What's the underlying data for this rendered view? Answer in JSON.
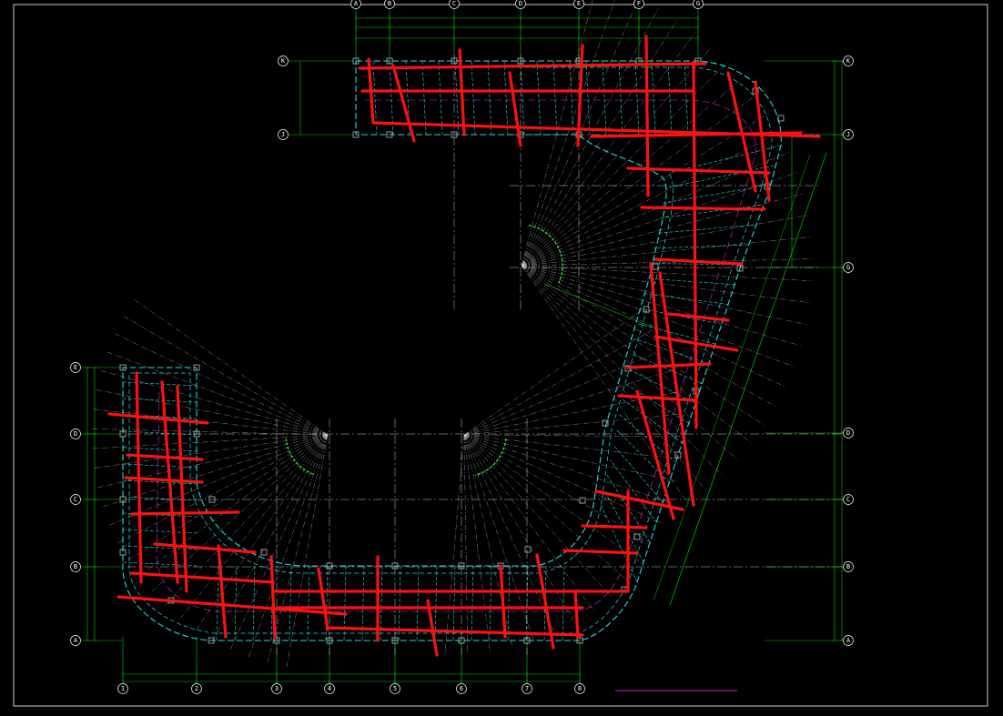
{
  "colors": {
    "background": "#000000",
    "frame": "#ffffff",
    "axis_line": "#00cc00",
    "beam": "#22dddd",
    "rebar": "#ff1010",
    "grid_dash": "#c8c8c8",
    "column": "#bbbbbb",
    "radial": "#dddddd",
    "arc_accent": "#33ff33",
    "center_arc": "#cc33cc",
    "caption": "#ff33ff"
  },
  "axes": {
    "top": [
      "A",
      "B",
      "C",
      "D",
      "E",
      "F",
      "G"
    ],
    "bottom": [
      "1",
      "2",
      "3",
      "4",
      "5",
      "6",
      "7",
      "8"
    ],
    "left": [
      "E",
      "D",
      "C",
      "B",
      "A"
    ],
    "right": [
      "K",
      "J",
      "G",
      "D",
      "C",
      "B",
      "A"
    ]
  },
  "drawing": {
    "caption": "",
    "red_note_top": "",
    "red_note_left": ""
  }
}
